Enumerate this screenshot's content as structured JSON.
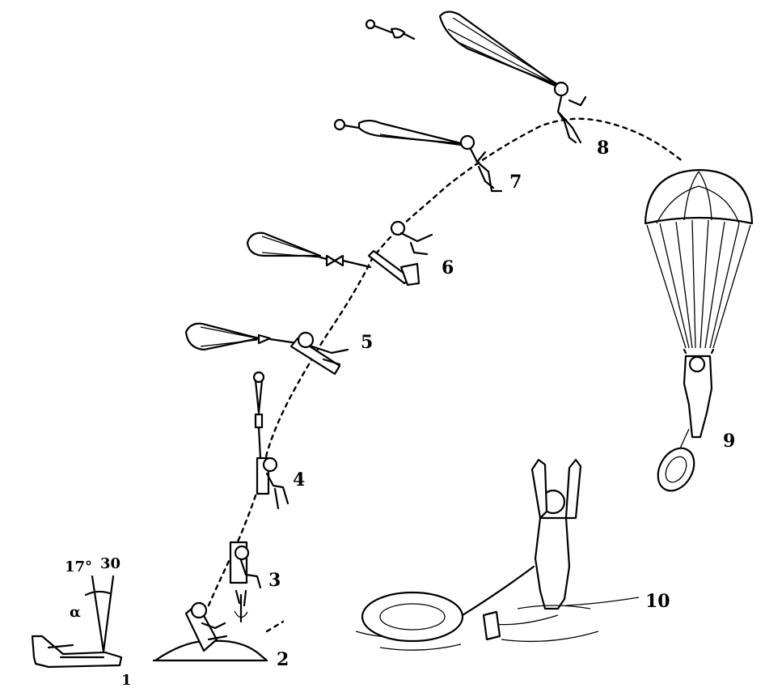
{
  "stages": [
    {
      "id": "1",
      "label": "1"
    },
    {
      "id": "2",
      "label": "2"
    },
    {
      "id": "3",
      "label": "3"
    },
    {
      "id": "4",
      "label": "4"
    },
    {
      "id": "5",
      "label": "5"
    },
    {
      "id": "6",
      "label": "6"
    },
    {
      "id": "7",
      "label": "7"
    },
    {
      "id": "8",
      "label": "8"
    },
    {
      "id": "9",
      "label": "9"
    },
    {
      "id": "10",
      "label": "10"
    }
  ],
  "angle_annotation": {
    "degrees": "17°",
    "minutes": "30",
    "symbol": "α"
  }
}
